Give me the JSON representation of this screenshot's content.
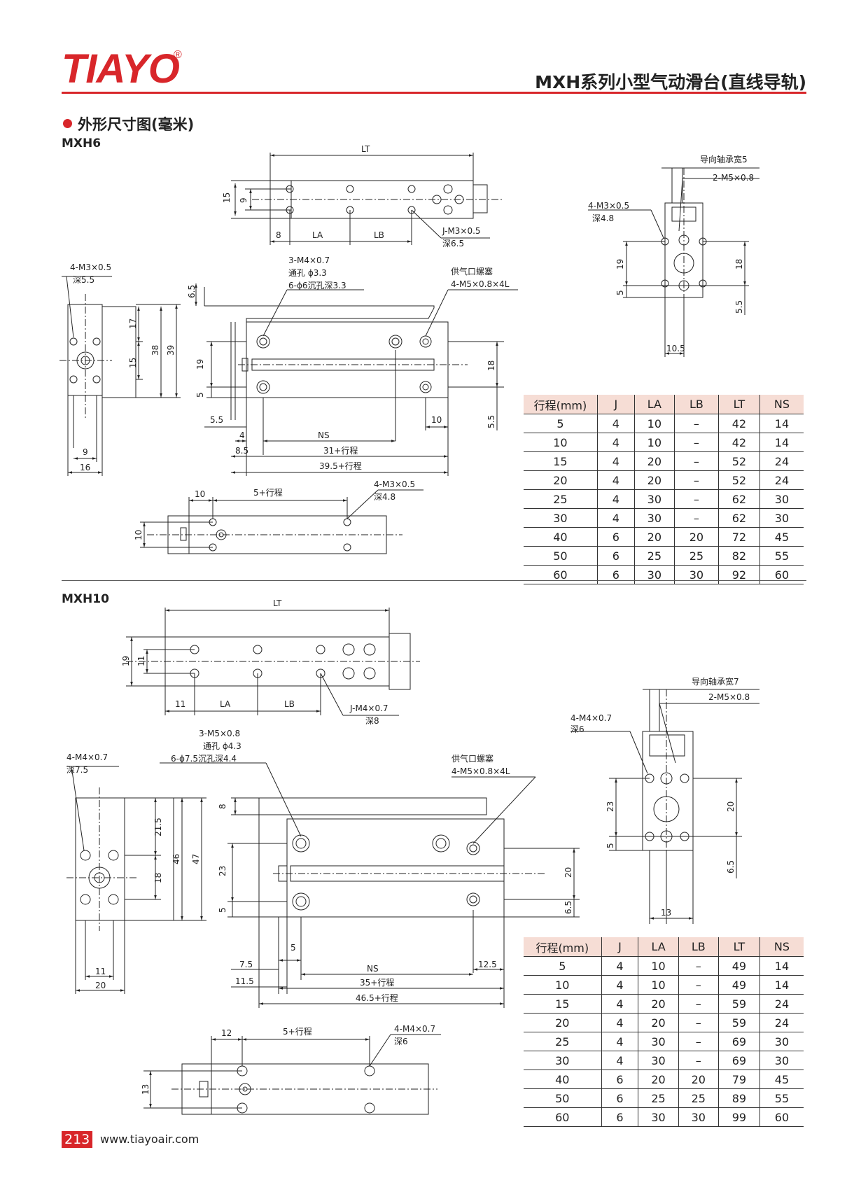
{
  "header": {
    "logo": "TIAYO",
    "registered": "®",
    "title": "MXH系列小型气动滑台(直线导轨)"
  },
  "section": {
    "title": "外形尺寸图(毫米)"
  },
  "mxh6": {
    "model": "MXH6",
    "labels": {
      "lt": "LT",
      "h15": "15",
      "h9": "9",
      "d8": "8",
      "la": "LA",
      "lb": "LB",
      "j_thread": "J-M3×0.5",
      "j_depth": "深6.5",
      "guide": "导向轴承宽5",
      "port_m5": "2-M5×0.8",
      "side_thread": "4-M3×0.5",
      "side_depth": "深4.8",
      "s19": "19",
      "s5": "5",
      "s18": "18",
      "s55": "5.5",
      "s105": "10.5",
      "end_thread": "4-M3×0.5",
      "end_depth": "深5.5",
      "e17": "17",
      "e38": "38",
      "e39": "39",
      "e15": "15",
      "e9": "9",
      "e16": "16",
      "mount1": "3-M4×0.7",
      "mount2": "通孔 ϕ3.3",
      "mount3": "6-ϕ6沉孔深3.3",
      "supply": "供气口螺塞",
      "supply_thread": "4-M5×0.8×4L",
      "f65": "6.5",
      "f19": "19",
      "f5": "5",
      "f18": "18",
      "f55a": "5.5",
      "f55b": "5.5",
      "f10": "10",
      "f4": "4",
      "fns": "NS",
      "f85": "8.5",
      "f31": "31+行程",
      "f395": "39.5+行程",
      "b10": "10",
      "b5": "5+行程",
      "b_thread": "4-M3×0.5",
      "b_depth": "深4.8",
      "bh10": "10"
    },
    "table": {
      "headers": [
        "行程(mm)",
        "J",
        "LA",
        "LB",
        "LT",
        "NS"
      ],
      "rows": [
        [
          "5",
          "4",
          "10",
          "–",
          "42",
          "14"
        ],
        [
          "10",
          "4",
          "10",
          "–",
          "42",
          "14"
        ],
        [
          "15",
          "4",
          "20",
          "–",
          "52",
          "24"
        ],
        [
          "20",
          "4",
          "20",
          "–",
          "52",
          "24"
        ],
        [
          "25",
          "4",
          "30",
          "–",
          "62",
          "30"
        ],
        [
          "30",
          "4",
          "30",
          "–",
          "62",
          "30"
        ],
        [
          "40",
          "6",
          "20",
          "20",
          "72",
          "45"
        ],
        [
          "50",
          "6",
          "25",
          "25",
          "82",
          "55"
        ],
        [
          "60",
          "6",
          "30",
          "30",
          "92",
          "60"
        ]
      ]
    }
  },
  "mxh10": {
    "model": "MXH10",
    "labels": {
      "lt": "LT",
      "h19": "19",
      "h11": "11",
      "d11": "11",
      "la": "LA",
      "lb": "LB",
      "j_thread": "J-M4×0.7",
      "j_depth": "深8",
      "guide": "导向轴承宽7",
      "port_m5": "2-M5×0.8",
      "side_thread": "4-M4×0.7",
      "side_depth": "深6",
      "s23": "23",
      "s5": "5",
      "s20": "20",
      "s65": "6.5",
      "s13": "13",
      "end_thread": "4-M4×0.7",
      "end_depth": "深7.5",
      "e215": "21.5",
      "e46": "46",
      "e47": "47",
      "e18": "18",
      "e11": "11",
      "e20": "20",
      "mount1": "3-M5×0.8",
      "mount2": "通孔 ϕ4.3",
      "mount3": "6-ϕ7.5沉孔深4.4",
      "supply": "供气口螺塞",
      "supply_thread": "4-M5×0.8×4L",
      "f8": "8",
      "f23": "23",
      "f5": "5",
      "f20": "20",
      "f65": "6.5",
      "f75": "7.5",
      "f5b": "5",
      "fns": "NS",
      "f125": "12.5",
      "f115": "11.5",
      "f35": "35+行程",
      "f465": "46.5+行程",
      "b12": "12",
      "b5": "5+行程",
      "b_thread": "4-M4×0.7",
      "b_depth": "深6",
      "bh13": "13"
    },
    "table": {
      "headers": [
        "行程(mm)",
        "J",
        "LA",
        "LB",
        "LT",
        "NS"
      ],
      "rows": [
        [
          "5",
          "4",
          "10",
          "–",
          "49",
          "14"
        ],
        [
          "10",
          "4",
          "10",
          "–",
          "49",
          "14"
        ],
        [
          "15",
          "4",
          "20",
          "–",
          "59",
          "24"
        ],
        [
          "20",
          "4",
          "20",
          "–",
          "59",
          "24"
        ],
        [
          "25",
          "4",
          "30",
          "–",
          "69",
          "30"
        ],
        [
          "30",
          "4",
          "30",
          "–",
          "69",
          "30"
        ],
        [
          "40",
          "6",
          "20",
          "20",
          "79",
          "45"
        ],
        [
          "50",
          "6",
          "25",
          "25",
          "89",
          "55"
        ],
        [
          "60",
          "6",
          "30",
          "30",
          "99",
          "60"
        ]
      ]
    }
  },
  "footer": {
    "page": "213",
    "url": "www.tiayoair.com"
  }
}
